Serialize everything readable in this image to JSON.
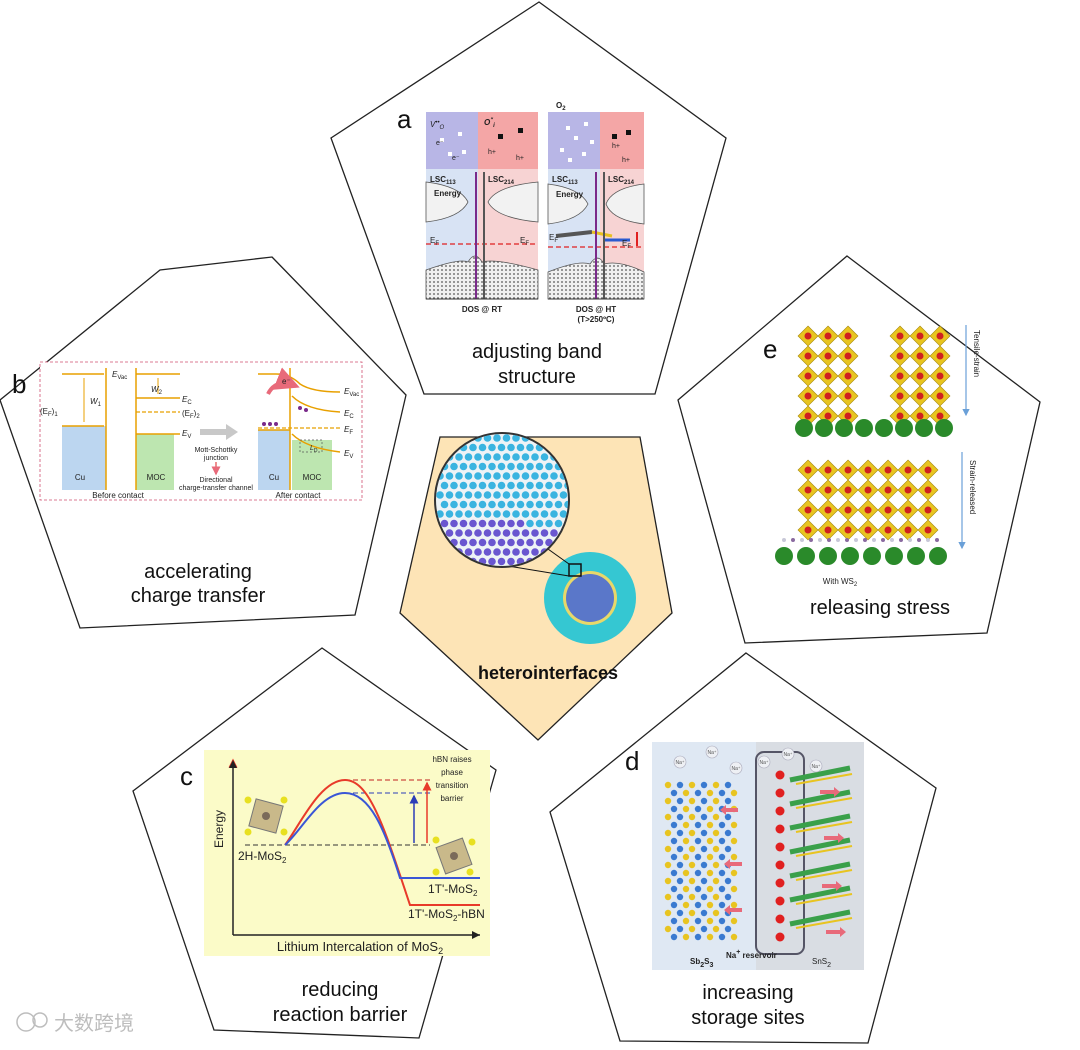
{
  "center": {
    "title": "heterointerfaces"
  },
  "panels": {
    "a": {
      "letter": "a",
      "caption_line1": "adjusting band",
      "caption_line2": "structure",
      "left_label": "LSC",
      "left_sub": "113",
      "right_label": "LSC",
      "right_sub": "214",
      "energy": "Energy",
      "ef": "E",
      "ef_sub": "F",
      "vo": "V",
      "vo_sup": "••",
      "vo_sub": "O",
      "oi": "O",
      "oi_sup": "\"",
      "oi_sub": "i",
      "electron": "e⁻",
      "hole": "h+",
      "o2": "O",
      "o2_sub": "2",
      "dos_rt": "DOS @ RT",
      "dos_ht_1": "DOS @ HT",
      "dos_ht_2": "(T>250ºC)"
    },
    "b": {
      "letter": "b",
      "caption_line1": "accelerating",
      "caption_line2": "charge transfer",
      "cu": "Cu",
      "moc": "MOC",
      "e_vac": "E",
      "vac_sub": "Vac",
      "e_c": "E",
      "c_sub": "C",
      "e_f2": "(E",
      "f2_sub": "F",
      "f2_end": ")",
      "f2_idx": "2",
      "e_f1": "(E",
      "f1_sub": "F",
      "f1_end": ")",
      "f1_idx": "1",
      "e_v": "E",
      "v_sub": "V",
      "e_f": "E",
      "f_sub": "F",
      "w1": "W",
      "w1_sub": "1",
      "w2": "W",
      "w2_sub": "2",
      "ld": "L",
      "ld_sub": "D",
      "electron": "e⁻",
      "junction_1": "Mott-Schottky",
      "junction_2": "junction",
      "channel_1": "Directional",
      "channel_2": "charge-transfer channel",
      "before": "Before contact",
      "after": "After contact"
    },
    "c": {
      "letter": "c",
      "caption_line1": "reducing",
      "caption_line2": "reaction barrier",
      "hbn_1": "hBN raises",
      "hbn_2": "phase",
      "hbn_3": "transition",
      "hbn_4": "barrier",
      "ylabel": "Energy",
      "xlabel": "Lithium Intercalation of MoS",
      "xlabel_sub": "2",
      "state_2h": "2H-MoS",
      "state_2h_sub": "2",
      "state_1t": "1T'-MoS",
      "state_1t_sub": "2",
      "state_1t_hbn": "1T'-MoS",
      "state_1t_hbn_sub": "2",
      "state_1t_hbn_end": "-hBN"
    },
    "d": {
      "letter": "d",
      "caption_line1": "increasing",
      "caption_line2": "storage sites",
      "sb": "Sb",
      "sb_sub1": "2",
      "sb_mid": "S",
      "sb_sub2": "3",
      "reservoir": "Na",
      "reservoir_sup": "+",
      "reservoir_end": " reservoir",
      "sns": "SnS",
      "sns_sub": "2",
      "ion": "Na⁺"
    },
    "e": {
      "letter": "e",
      "caption": "releasing stress",
      "tensile": "Tensile-strain",
      "released": "Strain-released",
      "with": "With WS",
      "with_sub": "2"
    }
  },
  "watermark": "大数跨境",
  "colors": {
    "center_fill": "#fde4b6",
    "pent_stroke": "#222222",
    "lsc113": "#b8b6e6",
    "lsc214": "#f4a6a6",
    "plot_bg": "#fbfbc8",
    "red_curve": "#e83a2a",
    "blue_curve": "#3a56d6",
    "cyan": "#35c7d2",
    "core": "#5a77c9",
    "shell": "#e8d86a"
  }
}
